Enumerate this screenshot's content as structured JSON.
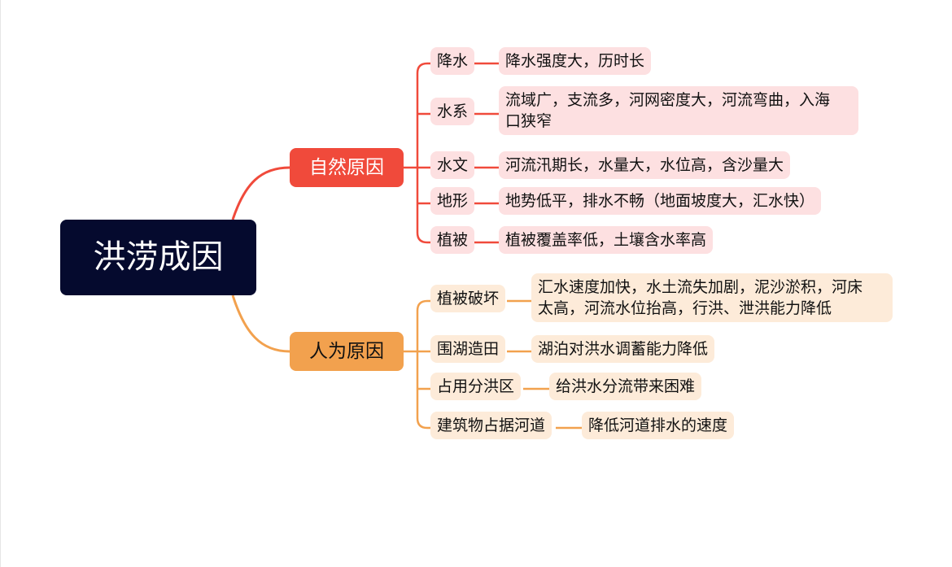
{
  "root": {
    "label": "洪涝成因"
  },
  "branches": [
    {
      "label": "自然原因",
      "color": "#f04a3b",
      "children": [
        {
          "label": "降水",
          "detail": "降水强度大，历时长"
        },
        {
          "label": "水系",
          "detail_lines": [
            "流域广，支流多，河网密度大，河流弯曲，入海",
            "口狭窄"
          ]
        },
        {
          "label": "水文",
          "detail": "河流汛期长，水量大，水位高，含沙量大"
        },
        {
          "label": "地形",
          "detail": "地势低平，排水不畅（地面坡度大，汇水快）"
        },
        {
          "label": "植被",
          "detail": "植被覆盖率低，土壤含水率高"
        }
      ]
    },
    {
      "label": "人为原因",
      "color": "#f2a14e",
      "children": [
        {
          "label": "植被破坏",
          "detail_lines": [
            "汇水速度加快，水土流失加剧，泥沙淤积，河床",
            "太高，河流水位抬高，行洪、泄洪能力降低"
          ]
        },
        {
          "label": "围湖造田",
          "detail": "湖泊对洪水调蓄能力降低"
        },
        {
          "label": "占用分洪区",
          "detail": "给洪水分流带来困难"
        },
        {
          "label": "建筑物占据河道",
          "detail": "降低河道排水的速度"
        }
      ]
    }
  ]
}
